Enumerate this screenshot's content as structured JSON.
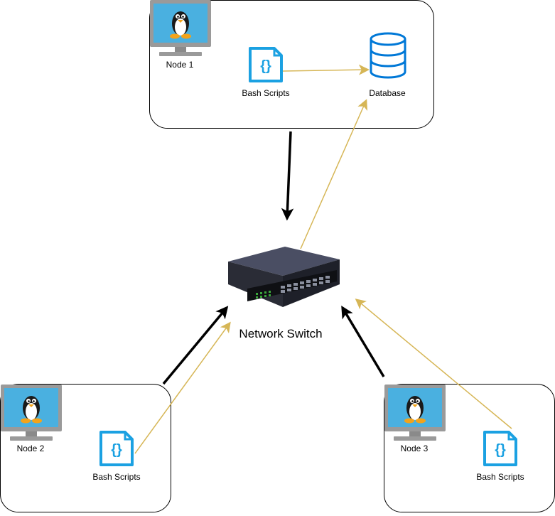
{
  "diagram": {
    "nodes": [
      {
        "id": "node1",
        "label": "Node 1",
        "icon": "linux-monitor-icon",
        "script_label": "Bash Scripts",
        "script_icon": "script-file-icon",
        "db_label": "Database",
        "db_icon": "database-icon"
      },
      {
        "id": "node2",
        "label": "Node 2",
        "icon": "linux-monitor-icon",
        "script_label": "Bash Scripts",
        "script_icon": "script-file-icon"
      },
      {
        "id": "node3",
        "label": "Node 3",
        "icon": "linux-monitor-icon",
        "script_label": "Bash Scripts",
        "script_icon": "script-file-icon"
      }
    ],
    "switch": {
      "label": "Network Switch",
      "icon": "network-switch-icon"
    },
    "colors": {
      "connection_arrow": "#000000",
      "data_flow_arrow": "#D6B656",
      "script_icon": "#1BA1E2",
      "monitor_screen": "#4AB0E0",
      "monitor_frame": "#9A9A9A"
    }
  }
}
